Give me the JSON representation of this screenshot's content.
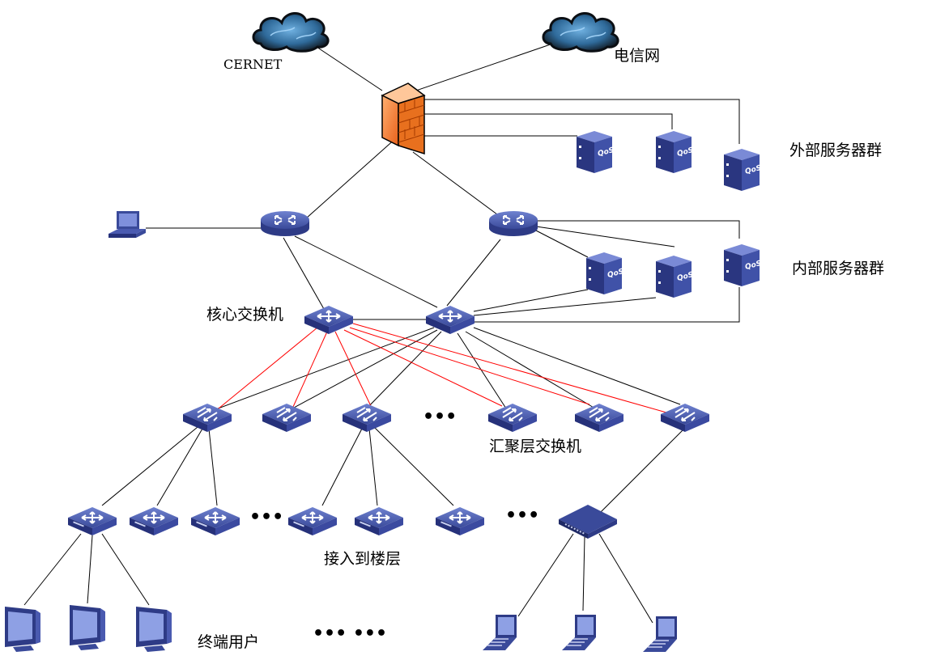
{
  "labels": {
    "cernet": "CERNET",
    "telecom": "电信网",
    "external_servers": "外部服务器群",
    "internal_servers": "内部服务器群",
    "core_switch": "核心交换机",
    "aggregation_switch": "汇聚层交换机",
    "access_floor": "接入到楼层",
    "end_users": "终端用户",
    "ellipsis_aggregation": "•••",
    "ellipsis_access_1": "•••",
    "ellipsis_access_2": "•••",
    "ellipsis_users": "••• •••"
  },
  "server_badge": "QoS",
  "colors": {
    "device_blue": "#3a4a9a",
    "device_dark": "#1f2a66",
    "firewall_orange": "#f07a2a",
    "cloud_blue": "#3f7fb0",
    "trunk_red": "#ff0000",
    "link_black": "#000000"
  },
  "icons": [
    "cloud-icon",
    "firewall-icon",
    "router-icon",
    "switch-icon",
    "server-icon",
    "pc-icon",
    "monitor-icon",
    "laptop-icon",
    "hub-icon"
  ]
}
